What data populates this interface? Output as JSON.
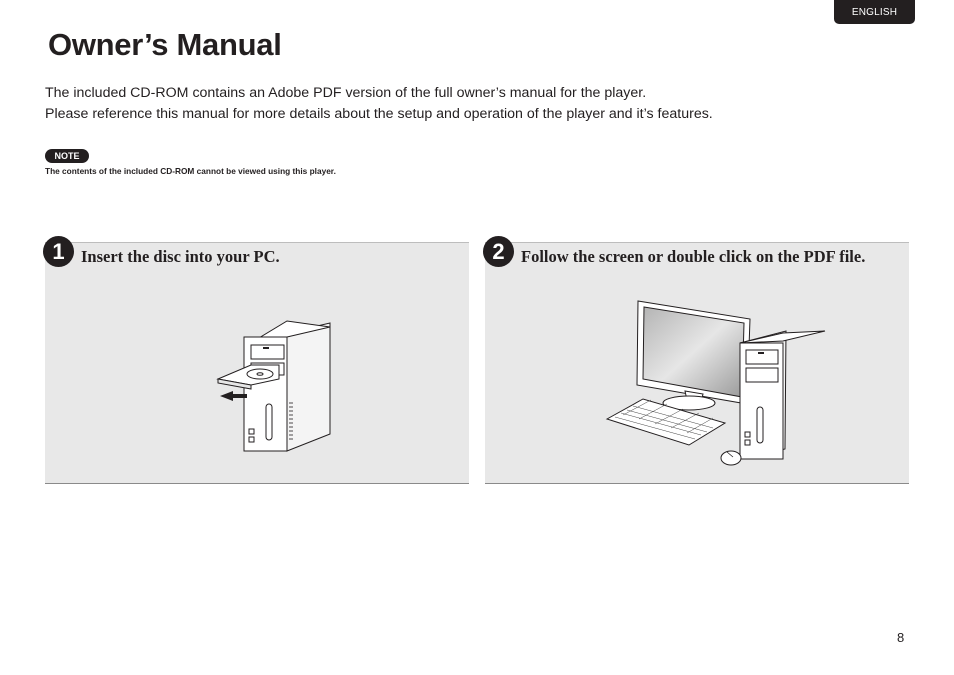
{
  "header": {
    "language_tab": "ENGLISH"
  },
  "page_title": "Owner’s Manual",
  "intro": {
    "line1": "The included CD-ROM contains an Adobe PDF version of the full owner’s manual for the player.",
    "line2": "Please reference this manual for more details about the setup and operation of the player and it’s features."
  },
  "note": {
    "badge": "NOTE",
    "text": "The contents of the included CD-ROM cannot be viewed using this player."
  },
  "steps": [
    {
      "number": "1",
      "title": "Insert the disc into your PC.",
      "illustration": "pc-tower-disc-tray-icon"
    },
    {
      "number": "2",
      "title": "Follow the screen or double click on the PDF file.",
      "illustration": "desktop-computer-icon"
    }
  ],
  "footer": {
    "page_number": "8"
  }
}
